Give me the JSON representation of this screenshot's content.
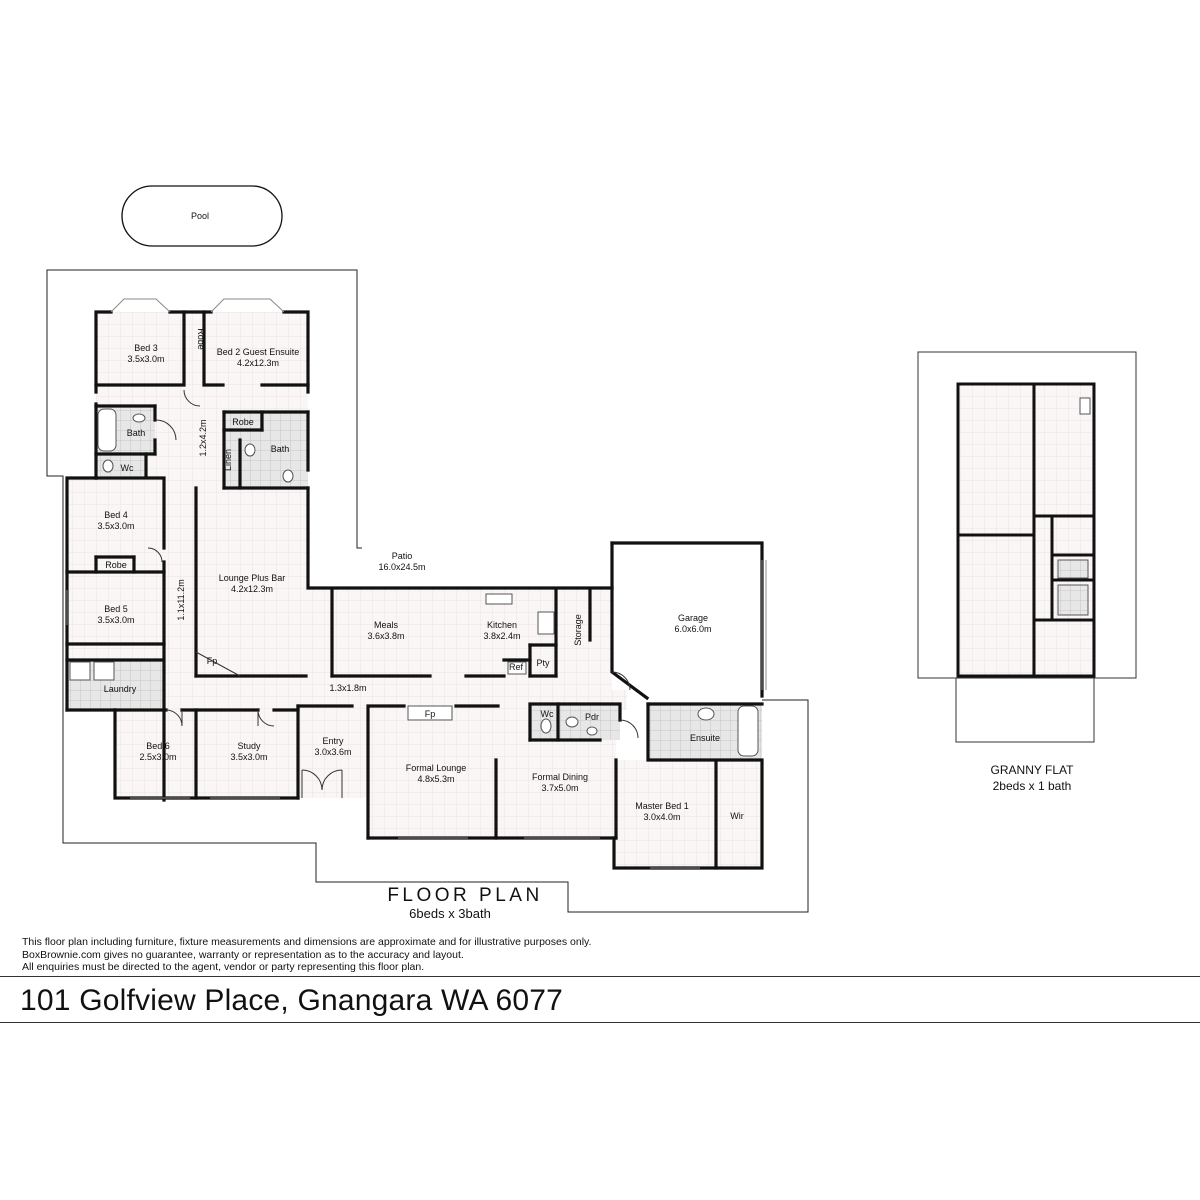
{
  "plan": {
    "title": "FLOOR PLAN",
    "subtitle": "6beds x 3bath",
    "rooms": [
      {
        "key": "pool",
        "name": "Pool",
        "dims": ""
      },
      {
        "key": "bed3",
        "name": "Bed 3",
        "dims": "3.5x3.0m"
      },
      {
        "key": "bed2",
        "name": "Bed 2 Guest Ensuite",
        "dims": "4.2x12.3m"
      },
      {
        "key": "robe1",
        "name": "Robe",
        "dims": ""
      },
      {
        "key": "robe2",
        "name": "Robe",
        "dims": ""
      },
      {
        "key": "bath1",
        "name": "Bath",
        "dims": ""
      },
      {
        "key": "bath2",
        "name": "Bath",
        "dims": ""
      },
      {
        "key": "wc1",
        "name": "Wc",
        "dims": ""
      },
      {
        "key": "linen",
        "name": "Linen",
        "dims": ""
      },
      {
        "key": "hall1",
        "name": "1.2x4.2m",
        "dims": ""
      },
      {
        "key": "bed4",
        "name": "Bed 4",
        "dims": "3.5x3.0m"
      },
      {
        "key": "robe3",
        "name": "Robe",
        "dims": ""
      },
      {
        "key": "bed5",
        "name": "Bed 5",
        "dims": "3.5x3.0m"
      },
      {
        "key": "hall2",
        "name": "1.1x11.2m",
        "dims": ""
      },
      {
        "key": "lounge",
        "name": "Lounge Plus Bar",
        "dims": "4.2x12.3m"
      },
      {
        "key": "fp1",
        "name": "Fp",
        "dims": ""
      },
      {
        "key": "patio",
        "name": "Patio",
        "dims": "16.0x24.5m"
      },
      {
        "key": "meals",
        "name": "Meals",
        "dims": "3.6x3.8m"
      },
      {
        "key": "kitchen",
        "name": "Kitchen",
        "dims": "3.8x2.4m"
      },
      {
        "key": "ref",
        "name": "Ref",
        "dims": ""
      },
      {
        "key": "pty",
        "name": "Pty",
        "dims": ""
      },
      {
        "key": "storage",
        "name": "Storage",
        "dims": ""
      },
      {
        "key": "garage",
        "name": "Garage",
        "dims": "6.0x6.0m"
      },
      {
        "key": "laundry",
        "name": "Laundry",
        "dims": ""
      },
      {
        "key": "hall3",
        "name": "1.3x1.8m",
        "dims": ""
      },
      {
        "key": "bed6",
        "name": "Bed 6",
        "dims": "2.5x3.0m"
      },
      {
        "key": "study",
        "name": "Study",
        "dims": "3.5x3.0m"
      },
      {
        "key": "entry",
        "name": "Entry",
        "dims": "3.0x3.6m"
      },
      {
        "key": "fp2",
        "name": "Fp",
        "dims": ""
      },
      {
        "key": "formal_lounge",
        "name": "Formal Lounge",
        "dims": "4.8x5.3m"
      },
      {
        "key": "formal_dining",
        "name": "Formal Dining",
        "dims": "3.7x5.0m"
      },
      {
        "key": "wc2",
        "name": "Wc",
        "dims": ""
      },
      {
        "key": "pdr",
        "name": "Pdr",
        "dims": ""
      },
      {
        "key": "ensuite",
        "name": "Ensuite",
        "dims": ""
      },
      {
        "key": "master",
        "name": "Master Bed 1",
        "dims": "3.0x4.0m"
      },
      {
        "key": "wir",
        "name": "Wir",
        "dims": ""
      }
    ]
  },
  "granny_flat": {
    "title": "GRANNY FLAT",
    "subtitle": "2beds x 1 bath"
  },
  "disclaimer": [
    "This floor plan including furniture, fixture measurements and dimensions are approximate and for illustrative purposes only.",
    "BoxBrownie.com gives no guarantee, warranty or representation as to the accuracy and layout.",
    "All enquiries must be directed to the agent, vendor or party representing this floor plan."
  ],
  "address": "101 Golfview Place, Gnangara WA 6077"
}
